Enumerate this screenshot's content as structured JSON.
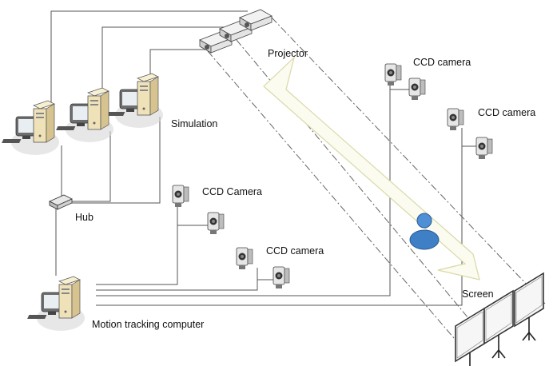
{
  "labels": {
    "projector": "Projector",
    "ccd_camera_1": "CCD camera",
    "ccd_camera_2": "CCD camera",
    "simulation": "Simulation",
    "ccd_camera_3": "CCD Camera",
    "hub": "Hub",
    "ccd_camera_4": "CCD camera",
    "screen": "Screen",
    "motion_tracking_computer": "Motion tracking computer"
  },
  "icons": {
    "computer": "computer-icon",
    "projector": "projector-icon",
    "camera": "ccd-camera-icon",
    "hub": "hub-icon",
    "person": "person-icon",
    "screen": "screen-panel-icon"
  },
  "colors": {
    "line": "#555555",
    "person": "#3f7fc6",
    "beam": "#d9d9a8",
    "case": "#efe1b8"
  }
}
